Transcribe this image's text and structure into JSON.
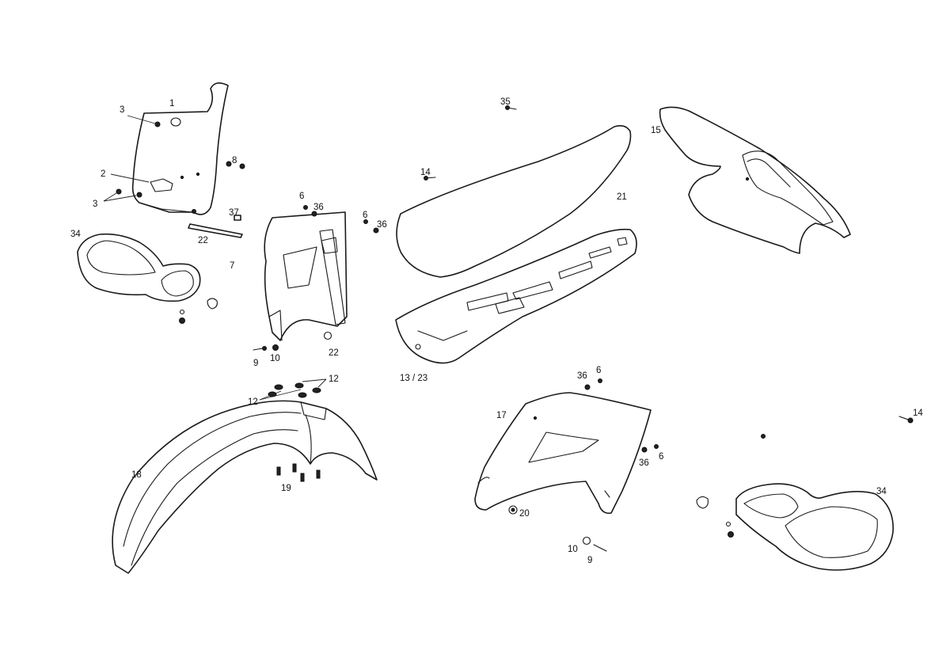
{
  "diagram": {
    "callouts": {
      "c1": "1",
      "c2": "2",
      "c3a": "3",
      "c3b": "3",
      "c8": "8",
      "c37": "37",
      "c22a": "22",
      "c34a": "34",
      "c7": "7",
      "c6a": "6",
      "c36a": "36",
      "c9a": "9",
      "c10a": "10",
      "c22b": "22",
      "c6b": "6",
      "c36b": "36",
      "c35": "35",
      "c14a": "14",
      "c21": "21",
      "c1323": "13 / 23",
      "c15": "15",
      "c12a": "12",
      "c12b": "12",
      "c18": "18",
      "c19": "19",
      "c17": "17",
      "c36c": "36",
      "c6c": "6",
      "c36d": "36",
      "c6d": "6",
      "c20": "20",
      "c10b": "10",
      "c9b": "9",
      "c14b": "14",
      "c34b": "34"
    }
  }
}
